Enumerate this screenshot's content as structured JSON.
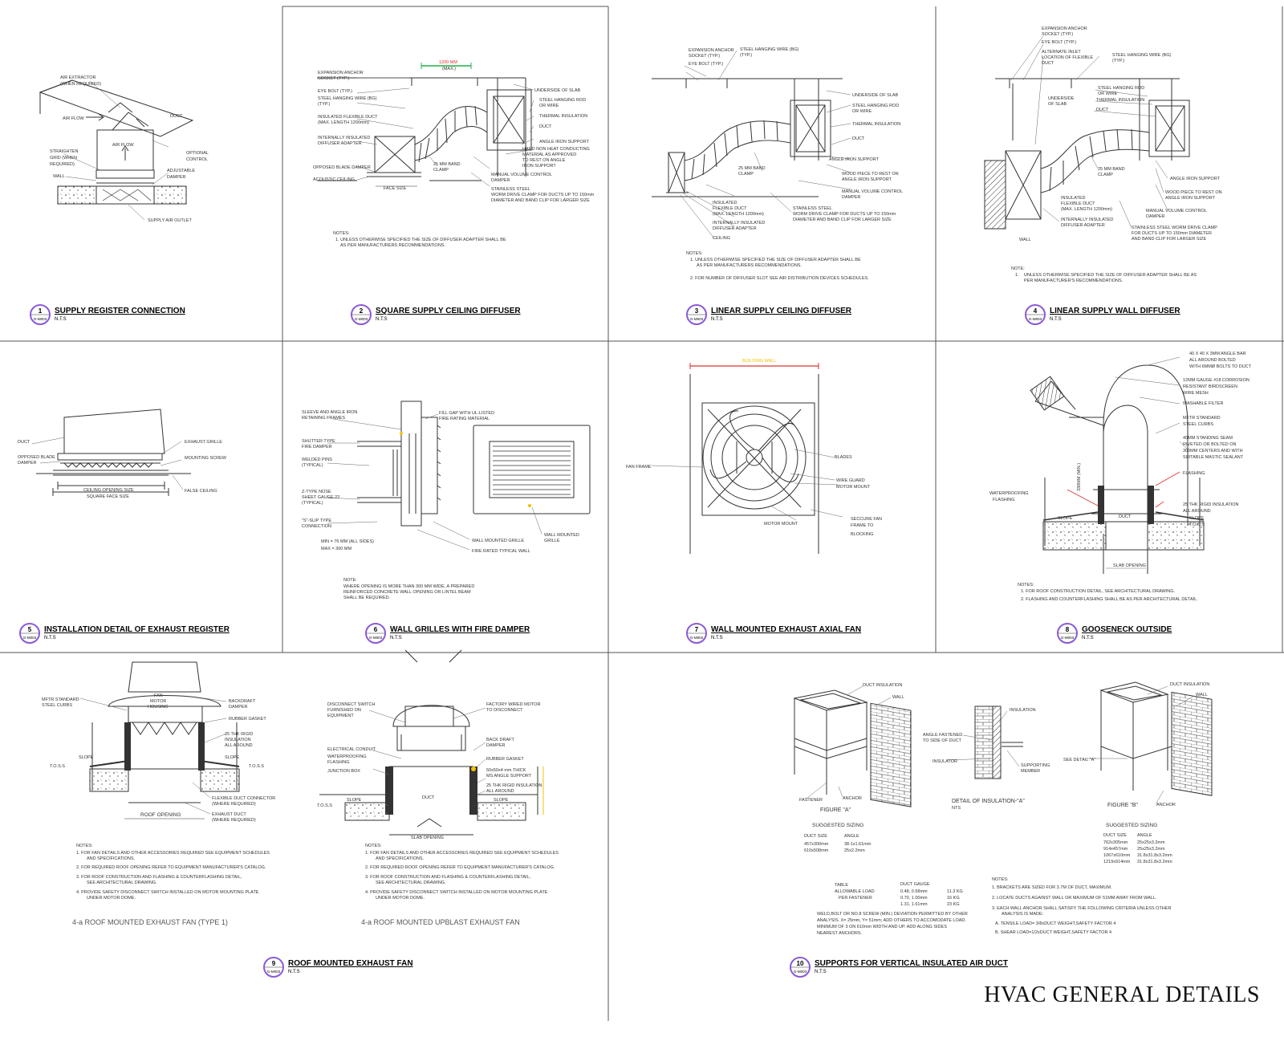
{
  "sheet_title": "HVAC GENERAL DETAILS",
  "ref_sheet": "G-M003",
  "scale": "N.T.S",
  "details": [
    {
      "num": "1",
      "title": "SUPPLY REGISTER CONNECTION",
      "labels": {
        "air_extractor": "AIR EXTRACTOR",
        "when_required": "(WHEN REQUIRED)",
        "air_flow": "AIR FLOW",
        "duct": "DUCT",
        "air_flow2": "AIR FLOW",
        "straighten": "STRAIGHTEN",
        "grid": "GRID (WHEN",
        "required": "REQUIRED)",
        "optional": "OPTIONAL",
        "control": "CONTROL",
        "adjustable": "ADJUSTABLE",
        "damper": "DAMPER",
        "wall": "WALL",
        "supply_outlet": "SUPPLY AIR OUTLET"
      }
    },
    {
      "num": "2",
      "title": "SQUARE SUPPLY CEILING DIFFUSER",
      "labels": {
        "dim": "1200 MM",
        "dim_max": "(MAX.)",
        "exp_anchor": "EXPANSION ANCHOR",
        "socket": "SOCKET (TYP.)",
        "eye_bolt": "EYE BOLT (TYP.)",
        "hanging_wire": "STEEL HANGING WIRE (BG)",
        "typ": "(TYP.)",
        "flex_duct": "INSULATED FLEXIBLE DUCT",
        "max_len": "(MAX. LENGTH 1200mm)",
        "int_ins": "INTERNALLY INSULATED",
        "diff_adapter": "DIFFUSER ADAPTER",
        "opposed": "OPPOSED BLADE DAMPER",
        "acoustic": "ACOUSTIC CEILING",
        "face_size": "FACE SIZE",
        "band": "25 MM BAND",
        "clamp": "CLAMP",
        "underside": "UNDERSIDE OF SLAB",
        "hanging_rod": "STEEL HANGING ROD",
        "or_wire": "OR WIRE",
        "thermal": "THERMAL INSULATION",
        "duct": "DUCT",
        "angle_iron": "ANGLE IRON SUPPORT",
        "hard_non": "HARD NON HEAT CONDUCTING",
        "material": "MATERIAL AS APPROVED",
        "rest": "TO REST ON ANGLE",
        "iron_support": "IRON SUPPORT",
        "mvcd": "MANUAL VOLUME CONTROL",
        "mvcd2": "DAMPER",
        "stainless": "STAINLESS STEEL",
        "worm": "WORM DRIVE CLAMP FOR DUCTS UP TO 150mm",
        "diameter": "DIAMETER AND BAND CLIP FOR LARGER SIZE",
        "notes": "NOTES:",
        "note1": "1.  UNLESS OTHERWISE SPECIFIED THE SIZE OF DIFFUSER ADAPTER SHALL BE",
        "note1b": "AS PER MANUFACTURERS RECOMMENDATIONS."
      }
    },
    {
      "num": "3",
      "title": "LINEAR SUPPLY CEILING DIFFUSER",
      "labels": {
        "exp_anchor": "EXPANSION ANCHOR",
        "socket": "SOCKET (TYP.)",
        "eye_bolt": "EYE BOLT (TYP.)",
        "wire": "STEEL HANGING WIRE (BG)",
        "typ": "(TYP.)",
        "underside": "UNDERSIDE OF SLAB",
        "rod": "STEEL HANGING ROD",
        "or_wire": "OR WIRE",
        "thermal": "THERMAL INSULATION",
        "duct": "DUCT",
        "angle": "ANGLE IRON SUPPORT",
        "band": "25 MM BAND",
        "clamp": "CLAMP",
        "wood": "WOOD PIECE TO REST ON",
        "wood2": "ANGLE IRON SUPPORT",
        "mvcd": "MANUAL VOLUME CONTROL",
        "mvcd2": "DAMPER",
        "insulated": "INSULATED",
        "flex": "FLEXIBLE DUCT",
        "maxlen": "(MAX. LENGTH 1200mm)",
        "int": "INTERNALLY INSULATED",
        "adapter": "DIFFUSER ADAPTER",
        "ceiling": "CEILING",
        "stainless": "STAINLESS STEEL",
        "worm": "WORM DRIVE CLAMP FOR DUCTS UP TO 150mm",
        "diam": "DIAMETER AND BAND CLIP FOR LARGER SIZE",
        "notes": "NOTES:",
        "note1": "1.  UNLESS OTHERWISE SPECIFIED THE SIZE OF DIFFUSER ADAPTER SHALL BE",
        "note1b": "AS PER MANUFACTURERS RECOMMENDATIONS.",
        "note2": "2.  FOR NUMBER OF DIFFUSER SLOT SEE AIR DISTRIBUTION DEVICES SCHEDULES."
      }
    },
    {
      "num": "4",
      "title": "LINEAR SUPPLY WALL DIFFUSER",
      "labels": {
        "exp_anchor": "EXPANSION ANCHOR",
        "socket": "SOCKET (TYP.)",
        "eye_bolt": "EYE BOLT (TYP.)",
        "alt": "ALTERNATE INLET",
        "loc": "LOCATION OF FLEXIBLE",
        "duct_s": "DUCT",
        "wire": "STEEL HANGING WIRE (BG)",
        "typ": "(TYP.)",
        "underside": "UNDERSIDE",
        "of_slab": "OF SLAB",
        "rod": "STEEL HANGING ROD",
        "or_wire": "OR WIRE",
        "thermal": "THERMAL INSULATION",
        "duct": "DUCT",
        "band": "25 MM BAND",
        "clamp": "CLAMP",
        "angle": "ANGLE IRON SUPPORT",
        "wood": "WOOD PIECE TO REST ON",
        "wood2": "ANGLE IRON SUPPORT",
        "insulated": "INSULATED",
        "flex": "FLEXIBLE DUCT",
        "maxlen": "(MAX. LENGTH 1200mm)",
        "int": "INTERNALLY INSULATED",
        "adapter": "DIFFUSER ADAPTER",
        "mvcd": "MANUAL VOLUME CONTROL",
        "mvcd2": "DAMPER",
        "stainless": "STAINLESS STEEL WORM DRIVE CLAMP",
        "stainless2": "FOR DUCTS UP TO 150mm DIAMETER",
        "stainless3": "AND BAND CLIP FOR LARGER SIZE",
        "wall": "WALL",
        "note": "NOTE:",
        "note1": "1.",
        "note1t": "UNLESS OTHERWISE SPECIFIED THE SIZE OF DIFFUSER ADAPTER SHALL BE AS",
        "note1b": "PER MANUFACTURER'S RECOMMENDATIONS."
      }
    },
    {
      "num": "5",
      "title": "INSTALLATION DETAIL OF EXHAUST REGISTER",
      "labels": {
        "duct": "DUCT",
        "opposed": "OPPOSED BLADE",
        "damper": "DAMPER",
        "grille": "EXHAUST GRILLE",
        "screw": "MOUNTING SCREW",
        "ceiling_open": "CEILING OPENING SIZE",
        "face": "SQUARE FACE SIZE",
        "false_ceiling": "FALSE CEILING"
      }
    },
    {
      "num": "6",
      "title": "WALL GRILLES WITH FIRE DAMPER",
      "labels": {
        "sleeve": "SLEEVE AND ANGLE IRON",
        "retaining": "RETAINING FRAMES",
        "fill": "FILL GAP WITH UL-LISTED",
        "fire_mat": "FIRE RATING MATERIAL",
        "shutter": "SHUTTER TYPE",
        "fire_damper": "FIRE DAMPER",
        "welded": "WELDED PINS",
        "typical": "(TYPICAL)",
        "ztype": "Z-TYPE NOSE",
        "sheet": "SHEET GAUGE 22",
        "typical2": "(TYPICAL)",
        "sslip": "\"S\"-SLIP TYPE",
        "connection": "CONNECTION",
        "min": "MIN = 76 MM (ALL SIDES)",
        "max": "MAX = 300 MM",
        "wall_grille": "WALL MOUNTED GRILLE",
        "fire_wall": "FIRE RATED TYPICAL WALL",
        "wall_grille2": "WALL MOUNTED",
        "grille2": "GRILLE",
        "note": "NOTE:",
        "note1": "WHERE OPENING IS MORE THAN 300 MM WIDE, A PREPARED",
        "note2": "REINFORCED CONCRETE WALL OPENING OR LINTEL BEAM",
        "note3": "SHALL BE REQUIRED."
      }
    },
    {
      "num": "7",
      "title": "WALL MOUNTED EXHAUST AXIAL FAN",
      "labels": {
        "building_wall": "BUILDING WALL",
        "fan_frame": "FAN FRAME",
        "blades": "BLADES",
        "wire_guard": "WIRE GUARD",
        "motor_mount": "MOTOR MOUNT",
        "motor_mount2": "MOTOR MOUNT",
        "secure": "SECCURE FAN",
        "frame_to": "FRAME TO",
        "blocking": "BLOCKING"
      }
    },
    {
      "num": "8",
      "title": "GOOSENECK OUTSIDE",
      "labels": {
        "angle": "40 X 40 X 3MM ANGLE BAR",
        "bolted": "ALL AROUND BOLTED",
        "bolts": "WITH 6MMØ BOLTS TO DUCT",
        "gauge": "12MM    GAUGE #18 CORROSION",
        "resistant": "RESISTANT BIRDSCREEN",
        "mesh": "WIRE MESH",
        "filter": "WASHABLE FILTER",
        "mftr": "MFTR STANDARD",
        "curbs": "STEEL CURBS",
        "seam": "40MM STANDING SEAM",
        "riveted": "RIVETED OR BOLTED ON",
        "centers": "300MM CENTERS AND WITH",
        "sealant": "SUITABLE MASTIC SEALANT",
        "flashing": "FLASHING",
        "wp": "WATERPROOFING",
        "wp2": "FLASHING",
        "rigid": "25 THK RIGID INSULATION",
        "around": "ALL AROUND",
        "slope": "SLOPE",
        "slope2": "SLOPE",
        "toss": "T.O.S.S",
        "duct": "DUCT",
        "slab": "SLAB OPENING",
        "min330": "330MM (MIN.)",
        "notes": "NOTES:",
        "note1": "1.   FOR ROOF CONSTRUCTION DETAIL, SEE ARCHITECTURAL DRAWING.",
        "note2": "2.   FLASHING AND COUNTERFLASHING SHALL BE AS PER ARCHITECTURAL DETAIL."
      }
    },
    {
      "num": "9",
      "title": "ROOF MOUNTED EXHAUST FAN",
      "labels": {
        "mftr": "MFTR STANDARD",
        "curbs": "STEEL CURBS",
        "fan": "FAN",
        "motor": "MOTOR",
        "housing": "HOUSING",
        "backdraft": "BACKDRAFT",
        "damper": "DAMPER",
        "gasket": "RUBBER GASKET",
        "rigid": "25 THK RIGID",
        "insul": "INSULATION",
        "around": "ALL AROUND",
        "slope": "SLOPE",
        "slope2": "SLOPE",
        "toss": "T.O.S.S",
        "toss2": "T.O.S.S",
        "flex": "FLEXIBLE DUCT CONNECTOR",
        "where": "(WHERE REQUIRED)",
        "exhaust": "EXHAUST DUCT",
        "where2": "(WHERE REQUIRED)",
        "roof": "ROOF  OPENING",
        "notes": "NOTES:",
        "n1": "1.     FOR FAN DETAILS AND OTHER ACCESSORIES REQUIRED SEE EQUIPMENT SCHEDULES",
        "n1b": "AND SPECIFICATIONS.",
        "n2": "2.     FOR REQUIRED ROOF OPENING REFER TO EQUIPMENT MANUFACTURER'S CATALOG.",
        "n3": "3.     FOR ROOF CONSTRUCTION AND FLASHING & COUNTERFLASHING DETAIL,",
        "n3b": "SEE ARCHITECTURAL DRAWING.",
        "n4": "4.     PROVIDE SAFETY DISCONNECT SWITCH INSTALLED ON MOTOR MOUNTING PLATE",
        "n4b": "UNDER MOTOR DOME.",
        "sub": "4-a   ROOF MOUNTED EXHAUST FAN (TYPE 1)",
        "b_disc": "DISCONNECT SWITCH",
        "b_furn": "FURNISHED ON",
        "b_equip": "EQUIPMENT",
        "b_fact": "FACTORY WIRED MOTOR",
        "b_todisc": "TO DISCONNECT",
        "b_elec": "ELECTRICAL CONDUIT",
        "b_wp": "WATERPROOFING",
        "b_flash": "FLASHING",
        "b_jb": "JUNCTION BOX",
        "b_back": "BACK DRAFT",
        "b_damp": "DAMPER",
        "b_gasket": "RUBBER GASKET",
        "b_angle": "50x50x4 mm THICK",
        "b_ms": "MS ANGLE SUPPORT",
        "b_rigid": "25 THK RIGID INSULATION",
        "b_around": "ALL AROUND",
        "b_slope": "SLOPE",
        "b_slope2": "SLOPE",
        "b_toss": "T.O.S.S",
        "b_duct": "DUCT",
        "b_slab": "SLAB OPENING",
        "b_notes": "NOTES:",
        "b_n1": "1.     FOR FAN DETAILS AND OTHER ACCESSORIES REQUIRED SEE EQUIPMENT SCHEDULES",
        "b_n1b": "AND SPECIFICATIONS.",
        "b_n2": "2.     FOR REQUIRED ROOF OPENING REFER TO EQUIPMENT MANUFACTURER'S CATALOG.",
        "b_n3": "3.     FOR ROOF CONSTRUCTION AND FLASHING & COUNTERFLASHING DETAIL,",
        "b_n3b": "SEE ARCHITECTURAL DRAWING.",
        "b_n4": "4.     PROVIDE SAFETY DISCONNECT SWITCH INSTALLED ON MOTOR MOUNTING PLATE",
        "b_n4b": "UNDER MOTOR DOME.",
        "sub2": "4-a     ROOF MOUNTED UPBLAST EXHAUST FAN"
      }
    },
    {
      "num": "10",
      "title": "SUPPORTS FOR VERTICAL INSULATED AIR DUCT",
      "labels": {
        "duct_ins": "DUCT INSULATION",
        "wall": "WALL",
        "fastener": "FASTENER",
        "anchor": "ANCHOR",
        "figA": "FIGURE \"A\"",
        "angle_fast": "ANGLE FASTENED",
        "to_side": "TO SIDE OF DUCT",
        "insulation": "INSULATION",
        "insulator": "INSULATOR",
        "supporting": "SUPPORTING",
        "member": "MEMBER",
        "detail_ins": "DETAIL OF INSULATION-\"A\"",
        "nts": "NTS",
        "see_detail": "SEE DETAIL \"A\"",
        "duct_ins2": "DUCT INSULATION",
        "wall2": "WALL",
        "anchor2": "ANCHOR",
        "figB": "FIGURE \"B\"",
        "sug_a": "SUGGESTED SIZING",
        "ds_a": "DUCT SIZE",
        "an_a": "ANGLE",
        "a_r1c1": "457x300mm",
        "a_r1c2": "38.1x1.61mm",
        "a_r2c1": "610x508mm",
        "a_r2c2": "25x2.2mm",
        "sug_b": "SUGGESTED SIZING",
        "ds_b": "DUCT SIZE",
        "an_b": "ANGLE",
        "b_r1c1": "762x305mm",
        "b_r1c2": "25x25x3.2mm",
        "b_r2c1": "914x457mm",
        "b_r2c2": "25x25x3.2mm",
        "b_r3c1": "1067x610mm",
        "b_r3c2": "31.8x31.8x3.2mm",
        "b_r4c1": "1219x914mm",
        "b_r4c2": "31.8x31.8x3.2mm",
        "table": "TABLE",
        "allow": "ALLOWABLE LOAD",
        "per": "PER FASTENER",
        "gauge": "DUCT GAUGE",
        "g1": "0.48, 0.58mm",
        "g2": "0.70, 1.00mm",
        "g3": "1.31, 1.61mm",
        "l1": "11.3 KG",
        "l2": "16 KG",
        "l3": "23 KG",
        "weld": "WELD,BOLT OR NO.8 SCREW (MIN.) DEVIATION PERMITTED BY OTHER",
        "anal": "ANALYSIS. X= 25mm, Y= 51mm; ADD OTHERS TO ACCOMODATE LOAD.",
        "minimum": "MINIMUM OF 3 ON 610mm WIDTH AND UP. ADD ALONG SIDES",
        "nearest": "NEAREST ANCHORS.",
        "notes": "NOTES:",
        "n1": "1. BRACKETS ARE SIZED FOR 3.7M OF DUCT, MAXIMUM.",
        "n2": "2. LOCATE DUCTS AGAINST WALL OR MAXIMUM OF 51MM AWAY FROM WALL.",
        "n3": "3. EACH WALL ANCHOR SHALL SATISFY THE FOLLOWING CRITERIA UNLESS OTHER",
        "n3b": "ANALYSIS IS MADE:",
        "n3c": "A. TENSILE LOAD= 3/8xDUCT WEIGHT,SAFETY FACTOR 4",
        "n3d": "B. SHEAR LOAD=1/2xDUCT WEIGHT,SAFETY FACTOR 4"
      }
    }
  ],
  "colors": {
    "line": "#2b2b2b",
    "accent_green": "#22b14c",
    "accent_red": "#e03030",
    "accent_yellow": "#f2c200",
    "badge": "#8a5ad8"
  }
}
